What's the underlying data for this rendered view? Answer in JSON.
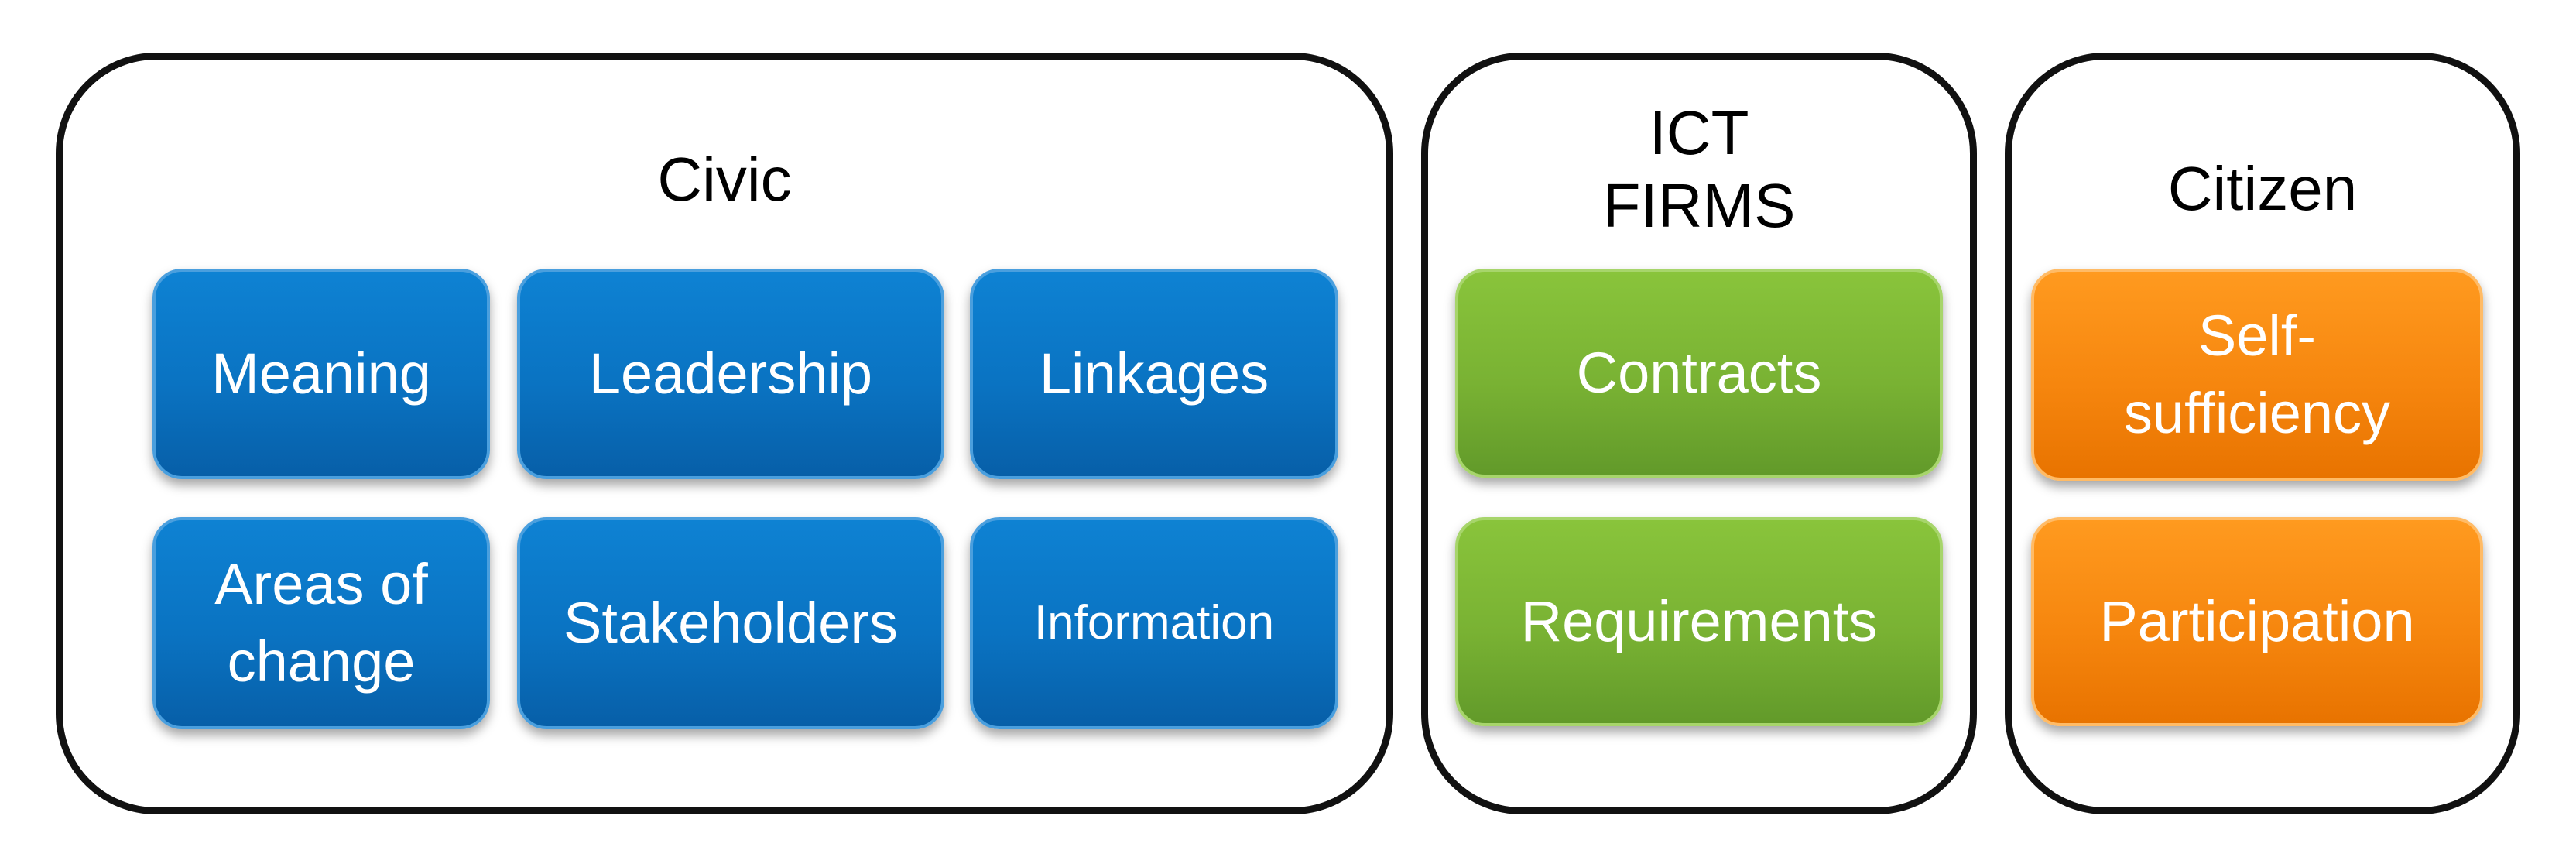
{
  "panels": {
    "civic": {
      "title": "Civic",
      "boxes": [
        "Meaning",
        "Leadership",
        "Linkages",
        "Areas of change",
        "Stakeholders",
        "Information"
      ]
    },
    "ict": {
      "title": "ICT\nFIRMS",
      "boxes": [
        "Contracts",
        "Requirements"
      ]
    },
    "citizen": {
      "title": "Citizen",
      "boxes": [
        "Self-\nsufficiency",
        "Participation"
      ]
    }
  },
  "colors": {
    "civic_boxes": "#0a73c2",
    "ict_boxes": "#79b233",
    "citizen_boxes": "#f6860e",
    "panel_border": "#111111"
  }
}
